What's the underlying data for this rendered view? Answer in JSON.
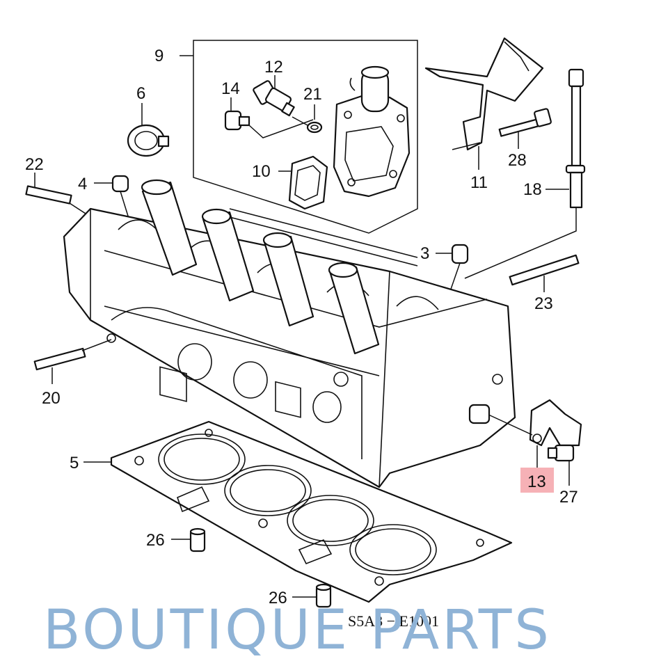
{
  "callouts": {
    "c9": "9",
    "c12": "12",
    "c14": "14",
    "c21": "21",
    "c6": "6",
    "c10": "10",
    "c28": "28",
    "c11": "11",
    "c22": "22",
    "c4": "4",
    "c18": "18",
    "c3": "3",
    "c23": "23",
    "c20": "20",
    "c5": "5",
    "c13": "13",
    "c27": "27",
    "c26a": "26",
    "c26b": "26"
  },
  "highlight_color": "#f6b1b6",
  "diagram_code": "S5A3 − E1001",
  "watermark": "BOUTIQUE PARTS",
  "watermark_color": "#8fb3d6"
}
